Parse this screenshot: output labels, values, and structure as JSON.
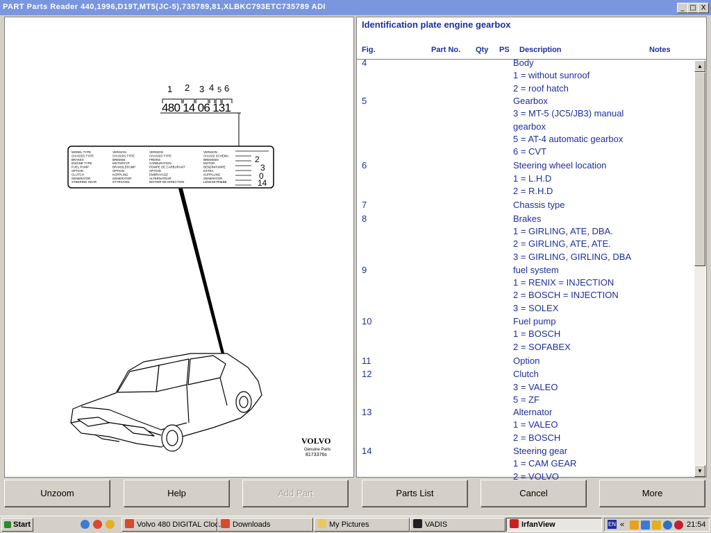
{
  "window": {
    "title": "PART Parts Reader 440,1996,D19T,MT5(JC-5),735789,81,XLBKC793ETC735789 ADI",
    "controls": [
      "_",
      "□",
      "X"
    ]
  },
  "illustration": {
    "plate_numbers_top": [
      "1",
      "2",
      "3",
      "4",
      "5",
      "6"
    ],
    "plate_code": "480 14 06 131",
    "plate_side_numbers": [
      "2",
      "3",
      "0",
      "14"
    ],
    "plate_rows_left": [
      "MODEL TYPE",
      "CHASSIS TYPE",
      "BRAKES",
      "ENGINE TYPE",
      "FUEL PUMP",
      "OPTION",
      "CLUTCH",
      "GENERATOR",
      "STEERING GEAR"
    ],
    "plate_rows_mid1": [
      "VERSION",
      "CHASSIS TYPE",
      "BREMSE",
      "MOTORTYP",
      "BRANSLEPUMP",
      "OPTION",
      "KOPPLING",
      "GENERATOR",
      "STYRVAXEL"
    ],
    "plate_rows_mid2": [
      "VERSION",
      "CHASSIS TYPE",
      "FREINS",
      "CARBURATION",
      "POMPE DE CARBURANT",
      "OPTION",
      "EMBRAYAGE",
      "ALTERNATEUR",
      "BOITIER DE DIRECTION"
    ],
    "plate_rows_right": [
      "VERSION",
      "CHASSI SCHEMA",
      "BREMSEN",
      "MOTOR",
      "BENZINPUMPE",
      "EXTRA",
      "KUPPLUNG",
      "GENERATOR",
      "LENKGETRIEBE"
    ],
    "brand": "VOLVO",
    "brand_sub": "Genuine Parts",
    "brand_code": "8173376s"
  },
  "parts": {
    "title": "Identification plate engine gearbox",
    "columns": {
      "fig": "Fig.",
      "part_no": "Part No.",
      "qty": "Qty",
      "ps": "PS",
      "description": "Description",
      "notes": "Notes"
    },
    "rows": [
      {
        "fig": "4",
        "desc": "Body"
      },
      {
        "fig": "",
        "desc": "1 = without sunroof"
      },
      {
        "fig": "",
        "desc": "2 = roof hatch"
      },
      {
        "fig": "5",
        "desc": "Gearbox"
      },
      {
        "fig": "",
        "desc": "3 = MT-5 (JC5/JB3) manual"
      },
      {
        "fig": "",
        "desc": "gearbox"
      },
      {
        "fig": "",
        "desc": "5 = AT-4 automatic gearbox"
      },
      {
        "fig": "",
        "desc": "6 = CVT"
      },
      {
        "fig": "6",
        "desc": "Steering wheel location"
      },
      {
        "fig": "",
        "desc": "1 = L.H.D"
      },
      {
        "fig": "",
        "desc": "2 = R.H.D"
      },
      {
        "fig": "7",
        "desc": "Chassis type"
      },
      {
        "fig": "8",
        "desc": "Brakes"
      },
      {
        "fig": "",
        "desc": "1 = GIRLING, ATE, DBA."
      },
      {
        "fig": "",
        "desc": "2 = GIRLING, ATE, ATE."
      },
      {
        "fig": "",
        "desc": "3 = GIRLING, GIRLING, DBA"
      },
      {
        "fig": "9",
        "desc": "fuel system"
      },
      {
        "fig": "",
        "desc": "1 = RENIX = INJECTION"
      },
      {
        "fig": "",
        "desc": "2 = BOSCH = INJECTION"
      },
      {
        "fig": "",
        "desc": "3 = SOLEX"
      },
      {
        "fig": "10",
        "desc": "Fuel pump"
      },
      {
        "fig": "",
        "desc": "1 = BOSCH"
      },
      {
        "fig": "",
        "desc": "2 = SOFABEX"
      },
      {
        "fig": "11",
        "desc": "Option"
      },
      {
        "fig": "12",
        "desc": "Clutch"
      },
      {
        "fig": "",
        "desc": "3 = VALEO"
      },
      {
        "fig": "",
        "desc": "5 = ZF"
      },
      {
        "fig": "13",
        "desc": "Alternator"
      },
      {
        "fig": "",
        "desc": "1 = VALEO"
      },
      {
        "fig": "",
        "desc": "2 = BOSCH"
      },
      {
        "fig": "14",
        "desc": "Steering gear"
      },
      {
        "fig": "",
        "desc": "1 = CAM GEAR"
      },
      {
        "fig": "",
        "desc": "2 = VOLVO"
      }
    ]
  },
  "buttons": {
    "unzoom": "Unzoom",
    "help": "Help",
    "add_part": "Add Part",
    "parts_list": "Parts List",
    "cancel": "Cancel",
    "more": "More"
  },
  "taskbar": {
    "start": "Start",
    "items": [
      "Volvo 480 DIGITAL Cloc...",
      "Downloads",
      "My Pictures",
      "VADIS",
      "IrfanView"
    ],
    "lang": "EN",
    "clock": "21:54"
  },
  "colors": {
    "text_blue": "#1d2e9a",
    "title_bar": "#7a96df",
    "face": "#d4d0c8"
  }
}
